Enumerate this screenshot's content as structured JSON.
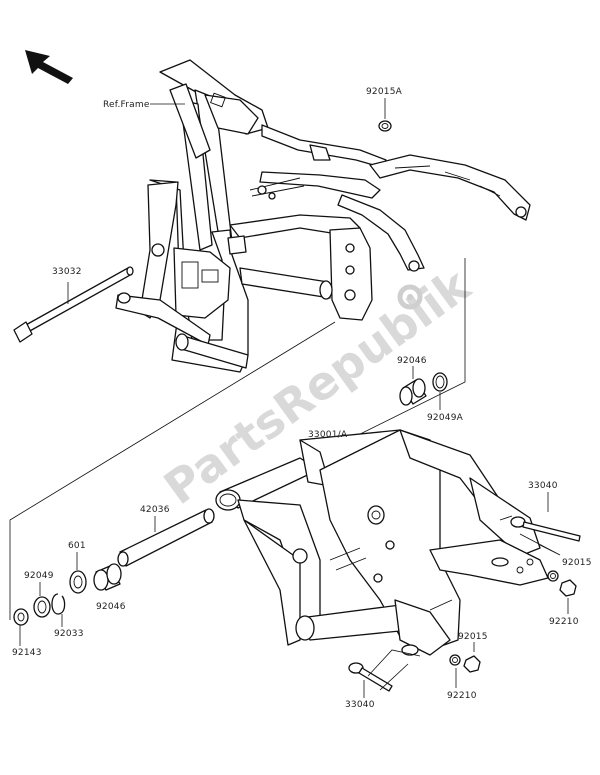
{
  "diagram": {
    "ref_frame_label": "Ref.Frame",
    "watermark": "PartsRepublik",
    "direction_arrow": "arrow-up-left-icon",
    "callouts": {
      "c92015a": "92015A",
      "c33032": "33032",
      "c92046_top": "92046",
      "c92049a": "92049A",
      "c33001a": "33001/A",
      "c42036": "42036",
      "c601": "601",
      "c92049": "92049",
      "c92033": "92033",
      "c92046_low": "92046",
      "c92143": "92143",
      "c33040_top": "33040",
      "c92015_right": "92015",
      "c92210_right": "92210",
      "c92015_low": "92015",
      "c92210_low": "92210",
      "c33040_low": "33040"
    }
  }
}
